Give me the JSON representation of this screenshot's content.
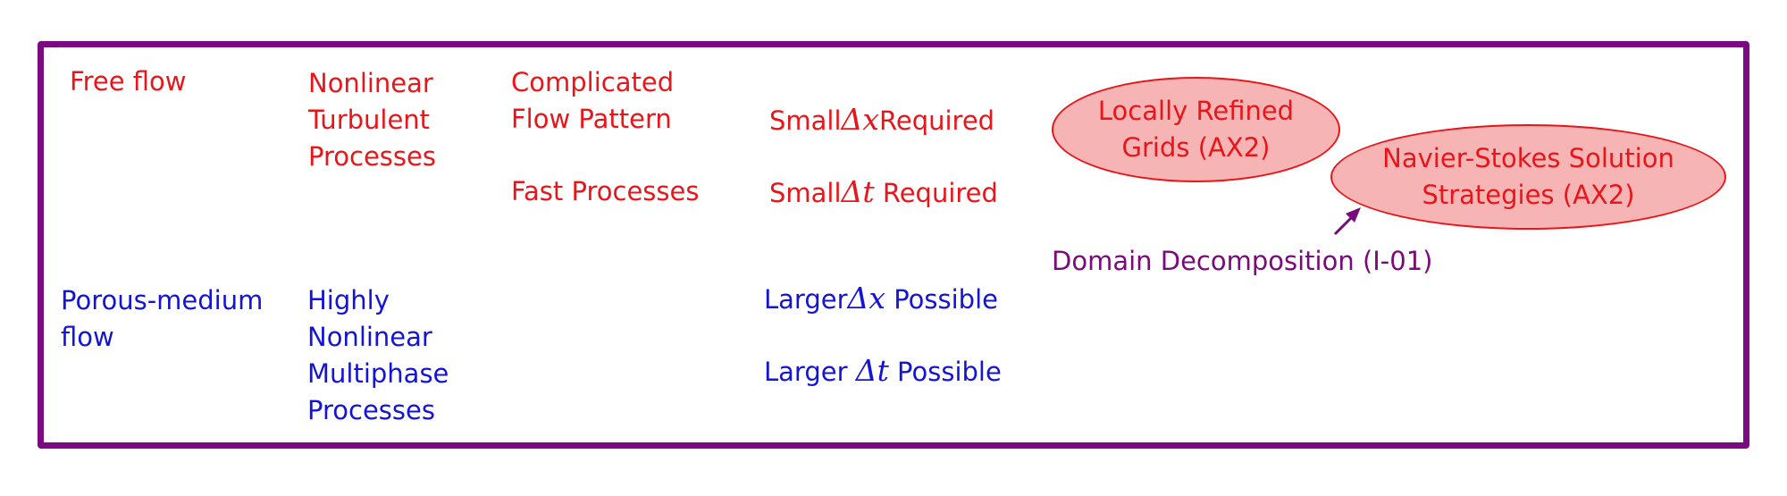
{
  "colors": {
    "frame": "#7a0a82",
    "free_flow": "#e8161b",
    "porous": "#1414d4",
    "coupling": "#780a7a",
    "ellipse_fill": "#f7b4b4"
  },
  "free_flow": {
    "title": "Free flow",
    "process": [
      "Nonlinear",
      "Turbulent",
      "Processes"
    ],
    "pattern": [
      "Complicated",
      "Flow Pattern"
    ],
    "fast": "Fast Processes",
    "req_space": {
      "prefix": "Small",
      "symbol": "Δx",
      "suffix": "Required"
    },
    "req_time": {
      "prefix": "Small",
      "symbol": "Δt",
      "suffix": "Required"
    }
  },
  "porous": {
    "title": [
      "Porous-medium",
      "flow"
    ],
    "process": [
      "Highly",
      "Nonlinear",
      "Multiphase",
      "Processes"
    ],
    "poss_space": {
      "prefix": "Larger",
      "symbol": "Δx",
      "suffix": "Possible"
    },
    "poss_time": {
      "prefix": "Larger",
      "symbol": "Δt",
      "suffix": "Possible"
    }
  },
  "strategies": {
    "grids": [
      "Locally Refined",
      "Grids (AX2)"
    ],
    "navier": [
      "Navier-Stokes Solution",
      "Strategies (AX2)"
    ],
    "dd": "Domain Decomposition (I-01)"
  }
}
